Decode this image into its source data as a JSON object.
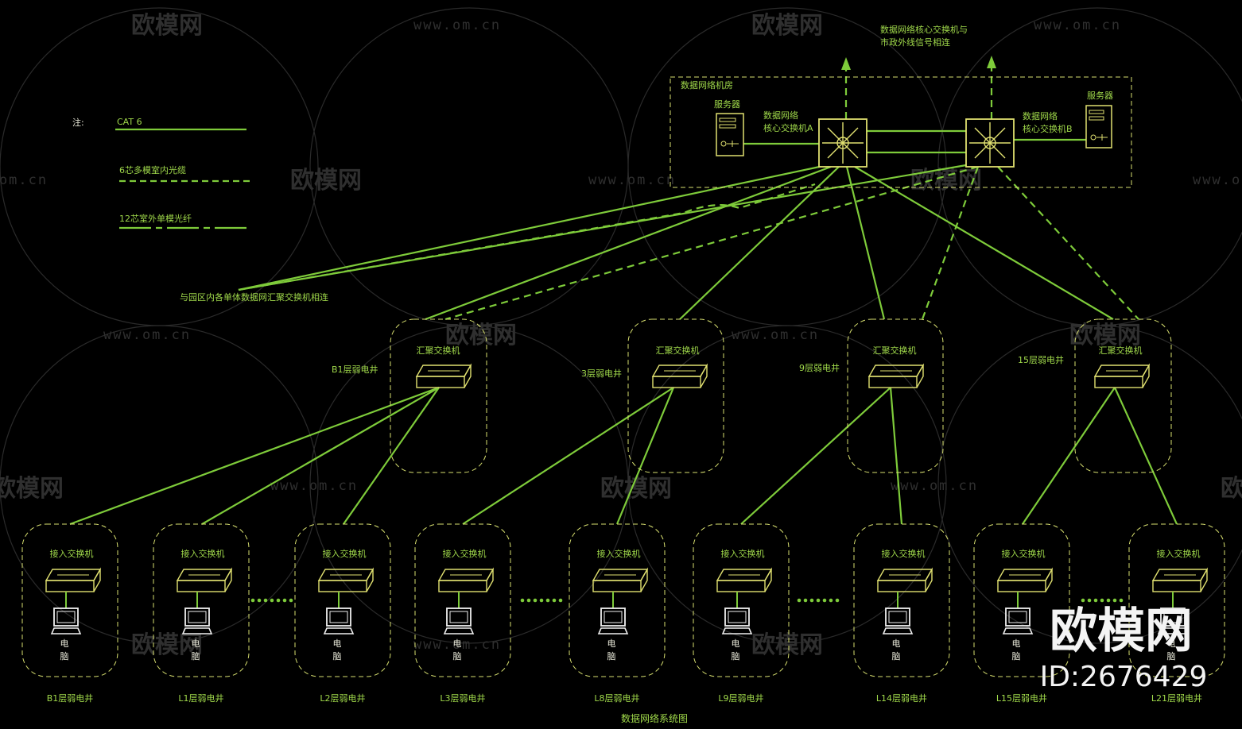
{
  "legend": {
    "note_label": "注:",
    "items": [
      {
        "label": "CAT 6",
        "style": "solid"
      },
      {
        "label": "6芯多模室内光缆",
        "style": "dashed"
      },
      {
        "label": "12芯室外单模光纤",
        "style": "dashdot"
      }
    ]
  },
  "campus_note": "与园区内各单体数据网汇聚交换机相连",
  "uplink_note": [
    "数据网络核心交换机与",
    "市政外线信号相连"
  ],
  "room": {
    "title": "数据网络机房",
    "server_left": "服务器",
    "server_right": "服务器",
    "core_a": [
      "数据网络",
      "核心交换机A"
    ],
    "core_b": [
      "数据网络",
      "核心交换机B"
    ]
  },
  "aggregation": [
    {
      "title": "汇聚交换机",
      "shaft": "B1层弱电井"
    },
    {
      "title": "汇聚交换机",
      "shaft": "3层弱电井"
    },
    {
      "title": "汇聚交换机",
      "shaft": "9层弱电井"
    },
    {
      "title": "汇聚交换机",
      "shaft": "15层弱电井"
    }
  ],
  "access": [
    {
      "title": "接入交换机",
      "pc": [
        "电",
        "脑"
      ],
      "shaft": "B1层弱电井"
    },
    {
      "title": "接入交换机",
      "pc": [
        "电",
        "脑"
      ],
      "shaft": "L1层弱电井"
    },
    {
      "title": "接入交换机",
      "pc": [
        "电",
        "脑"
      ],
      "shaft": "L2层弱电井"
    },
    {
      "title": "接入交换机",
      "pc": [
        "电",
        "脑"
      ],
      "shaft": "L3层弱电井"
    },
    {
      "title": "接入交换机",
      "pc": [
        "电",
        "脑"
      ],
      "shaft": "L8层弱电井"
    },
    {
      "title": "接入交换机",
      "pc": [
        "电",
        "脑"
      ],
      "shaft": "L9层弱电井"
    },
    {
      "title": "接入交换机",
      "pc": [
        "电",
        "脑"
      ],
      "shaft": "L14层弱电井"
    },
    {
      "title": "接入交换机",
      "pc": [
        "电",
        "脑"
      ],
      "shaft": "L15层弱电井"
    },
    {
      "title": "接入交换机",
      "pc": [
        "电",
        "脑"
      ],
      "shaft": "L21层弱电井"
    }
  ],
  "diagram_title": "数据网络系统图",
  "watermark": {
    "brand": "欧模网",
    "url": "www.om.cn"
  },
  "brand": {
    "name": "欧模网",
    "id": "ID:2676429"
  },
  "colors": {
    "line": "#7ecb3a",
    "text": "#9fd84a",
    "box": "#d8e070"
  }
}
